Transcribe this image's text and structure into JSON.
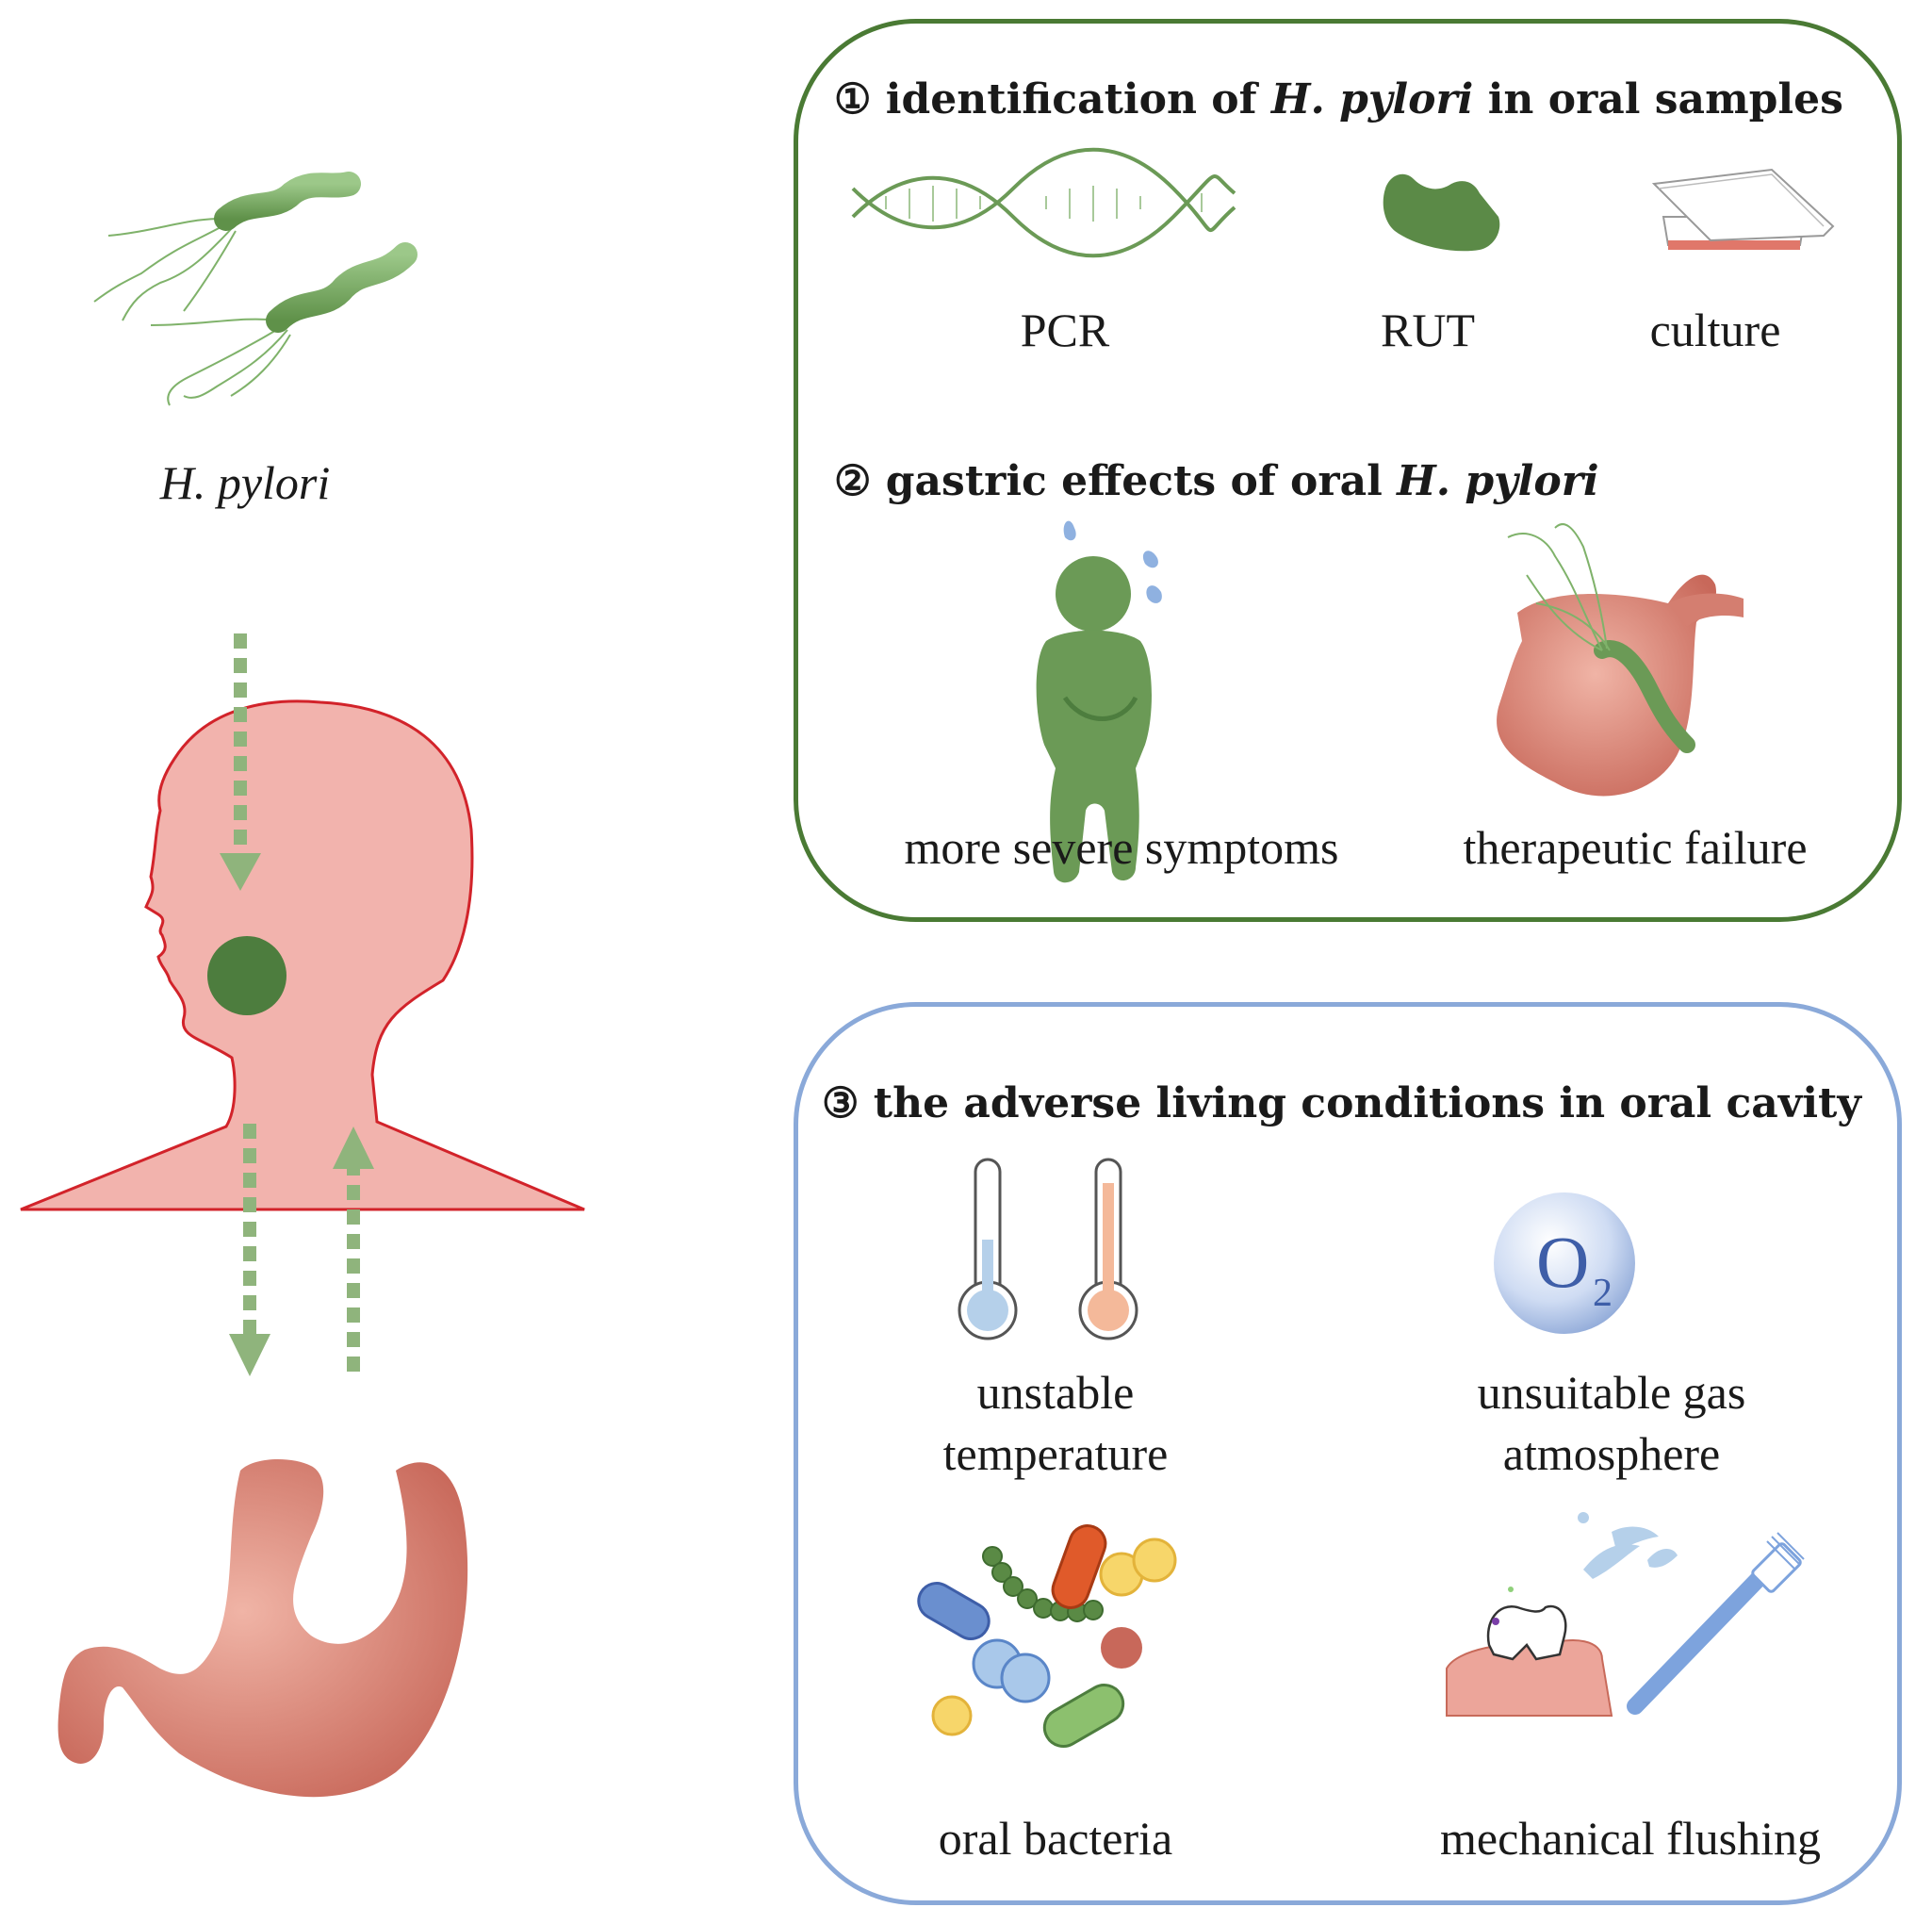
{
  "left": {
    "bacteria_label": "H. pylori"
  },
  "box1": {
    "border_color": "#4a7a34",
    "section1": {
      "number": "①",
      "title_pre": "identification of ",
      "title_italic": "H. pylori",
      "title_post": " in oral samples",
      "methods": [
        {
          "label": "PCR",
          "icon": "dna-helix-icon"
        },
        {
          "label": "RUT",
          "icon": "urease-test-icon"
        },
        {
          "label": "culture",
          "icon": "petri-dish-icon"
        }
      ]
    },
    "section2": {
      "number": "②",
      "title_pre": "gastric effects of oral ",
      "title_italic": "H. pylori",
      "effects": [
        {
          "label": "more severe symptoms",
          "icon": "person-in-pain-icon"
        },
        {
          "label": "therapeutic failure",
          "icon": "infected-stomach-icon"
        }
      ]
    }
  },
  "box2": {
    "border_color": "#8aa9d9",
    "section3": {
      "number": "③",
      "title": "the adverse living conditions in oral cavity",
      "conditions": [
        {
          "label_line1": "unstable",
          "label_line2": "temperature",
          "icon": "thermometer-icon"
        },
        {
          "label_line1": "unsuitable gas",
          "label_line2": "atmosphere",
          "icon": "oxygen-bubble-icon"
        },
        {
          "label_line1": "oral bacteria",
          "icon": "bacteria-cluster-icon"
        },
        {
          "label_line1": "mechanical flushing",
          "icon": "toothbrush-icon"
        }
      ],
      "o2_symbol": "O",
      "o2_subscript": "2"
    }
  },
  "colors": {
    "green": "#6b9a56",
    "dark_green": "#4d7d3e",
    "head_fill": "#f2b3ad",
    "head_stroke": "#d2232a",
    "stomach": "#d47e70",
    "arrow_green": "#8fb47c",
    "blue": "#8aa9d9"
  }
}
